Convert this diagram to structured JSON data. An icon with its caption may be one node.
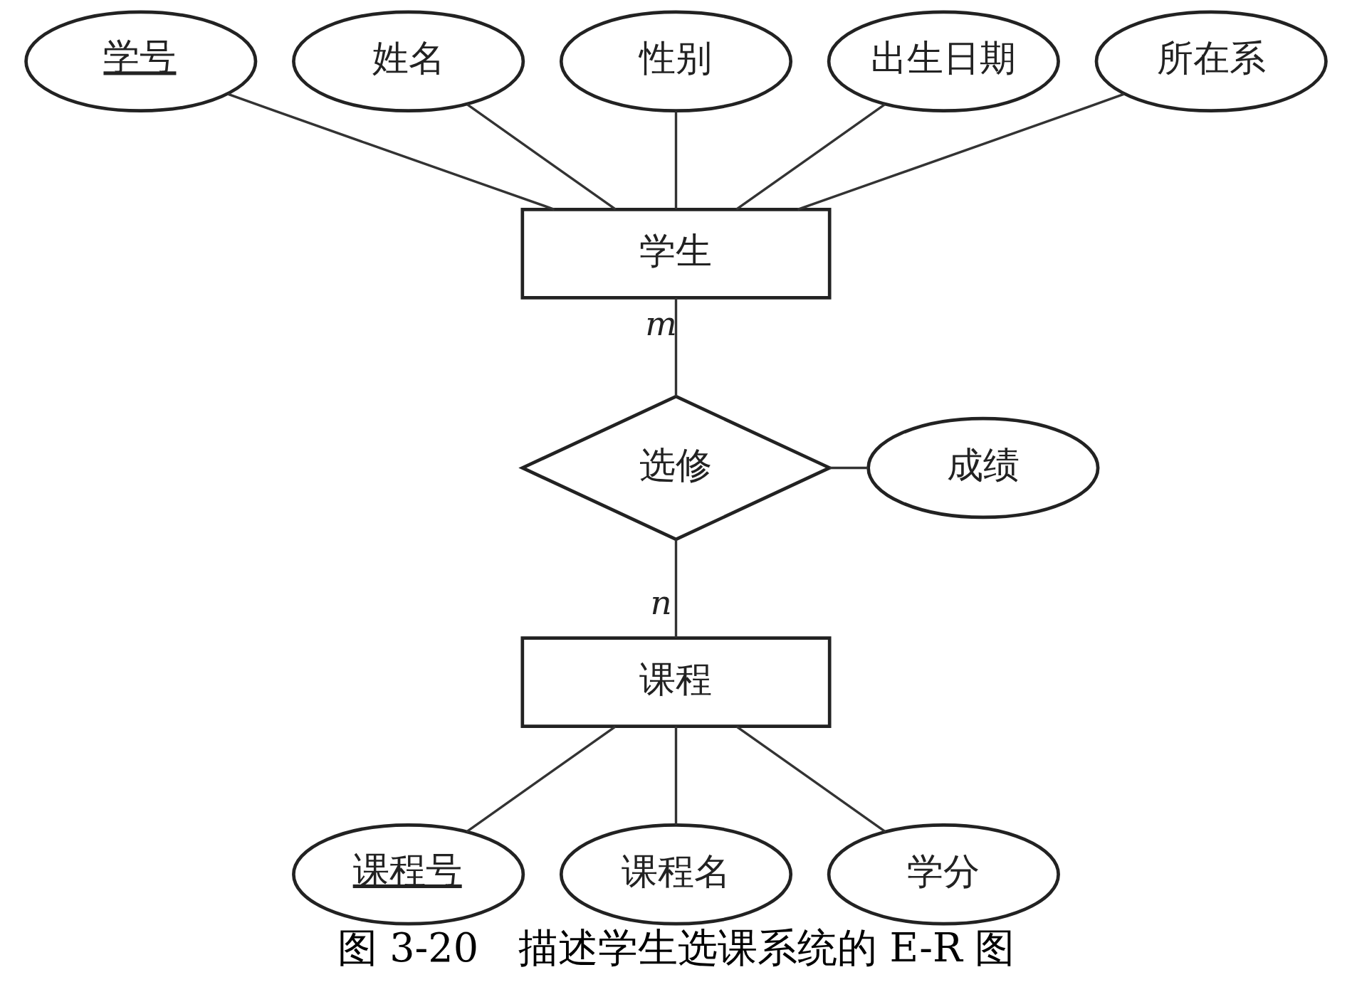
{
  "diagram": {
    "caption": "图 3-20　描述学生选课系统的 E-R 图",
    "nodes": [
      {
        "text": [
          "学号"
        ]
      },
      {
        "text": [
          "姓名"
        ]
      },
      {
        "text": [
          "性别"
        ]
      },
      {
        "text": [
          "出生日期"
        ]
      },
      {
        "text": [
          "所在系"
        ]
      },
      {
        "text": [
          "学生"
        ]
      },
      {
        "text": [
          "选修"
        ]
      },
      {
        "text": [
          "成绩"
        ]
      },
      {
        "text": [
          "课程"
        ]
      },
      {
        "text": [
          "课程号"
        ]
      },
      {
        "text": [
          "课程名"
        ]
      },
      {
        "text": [
          "学分"
        ]
      }
    ],
    "edges": [
      {
        "from": 0,
        "to": 5,
        "arrow": "none"
      },
      {
        "from": 1,
        "to": 5,
        "arrow": "none"
      },
      {
        "from": 2,
        "to": 5,
        "arrow": "none"
      },
      {
        "from": 3,
        "to": 5,
        "arrow": "none"
      },
      {
        "from": 4,
        "to": 5,
        "arrow": "none"
      },
      {
        "from": 5,
        "to": 6,
        "arrow": "none",
        "label": "m"
      },
      {
        "from": 6,
        "to": 7,
        "arrow": "none"
      },
      {
        "from": 6,
        "to": 8,
        "arrow": "none",
        "label": "n"
      },
      {
        "from": 8,
        "to": 9,
        "arrow": "none"
      },
      {
        "from": 8,
        "to": 10,
        "arrow": "none"
      },
      {
        "from": 8,
        "to": 11,
        "arrow": "none"
      }
    ]
  }
}
